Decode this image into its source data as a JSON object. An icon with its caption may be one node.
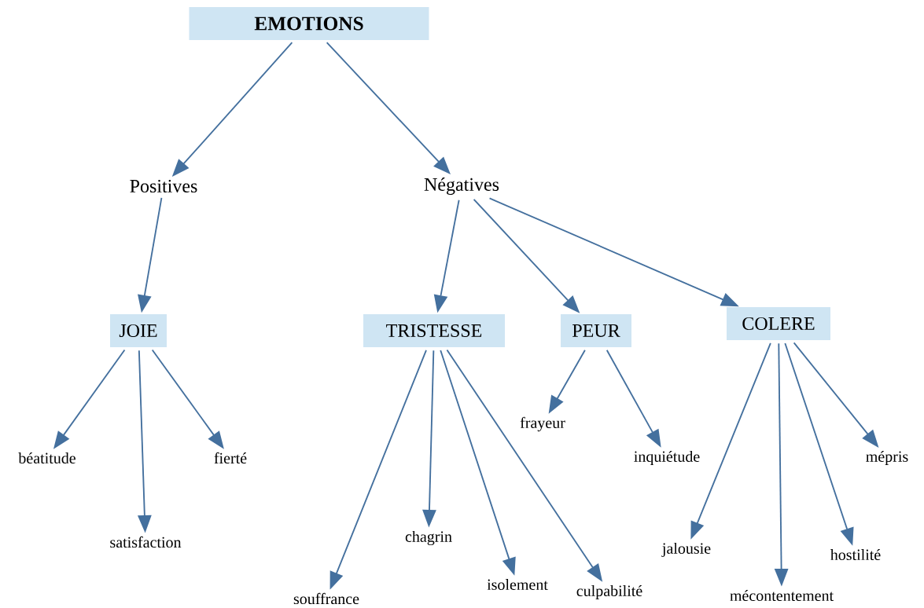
{
  "diagram": {
    "nodes": [
      {
        "text": [
          "EMOTIONS"
        ]
      },
      {
        "text": [
          "Positives"
        ]
      },
      {
        "text": [
          "Négatives"
        ]
      },
      {
        "text": [
          "JOIE"
        ]
      },
      {
        "text": [
          "TRISTESSE"
        ]
      },
      {
        "text": [
          "PEUR"
        ]
      },
      {
        "text": [
          "COLERE"
        ]
      },
      {
        "text": [
          "béatitude"
        ]
      },
      {
        "text": [
          "satisfaction"
        ]
      },
      {
        "text": [
          "fierté"
        ]
      },
      {
        "text": [
          "souffrance"
        ]
      },
      {
        "text": [
          "chagrin"
        ]
      },
      {
        "text": [
          "isolement"
        ]
      },
      {
        "text": [
          "culpabilité"
        ]
      },
      {
        "text": [
          "frayeur"
        ]
      },
      {
        "text": [
          "inquiétude"
        ]
      },
      {
        "text": [
          "jalousie"
        ]
      },
      {
        "text": [
          "mécontentement"
        ]
      },
      {
        "text": [
          "hostilité"
        ]
      },
      {
        "text": [
          "mépris"
        ]
      }
    ],
    "edges": [
      {
        "from": 0,
        "to": 1,
        "arrow": "to"
      },
      {
        "from": 0,
        "to": 2,
        "arrow": "to"
      },
      {
        "from": 1,
        "to": 3,
        "arrow": "to"
      },
      {
        "from": 2,
        "to": 4,
        "arrow": "to"
      },
      {
        "from": 2,
        "to": 5,
        "arrow": "to"
      },
      {
        "from": 2,
        "to": 6,
        "arrow": "to"
      },
      {
        "from": 3,
        "to": 7,
        "arrow": "to"
      },
      {
        "from": 3,
        "to": 8,
        "arrow": "to"
      },
      {
        "from": 3,
        "to": 9,
        "arrow": "to"
      },
      {
        "from": 4,
        "to": 10,
        "arrow": "to"
      },
      {
        "from": 4,
        "to": 11,
        "arrow": "to"
      },
      {
        "from": 4,
        "to": 12,
        "arrow": "to"
      },
      {
        "from": 4,
        "to": 13,
        "arrow": "to"
      },
      {
        "from": 5,
        "to": 14,
        "arrow": "to"
      },
      {
        "from": 5,
        "to": 15,
        "arrow": "to"
      },
      {
        "from": 6,
        "to": 16,
        "arrow": "to"
      },
      {
        "from": 6,
        "to": 17,
        "arrow": "to"
      },
      {
        "from": 6,
        "to": 18,
        "arrow": "to"
      },
      {
        "from": 6,
        "to": 19,
        "arrow": "to"
      }
    ]
  }
}
